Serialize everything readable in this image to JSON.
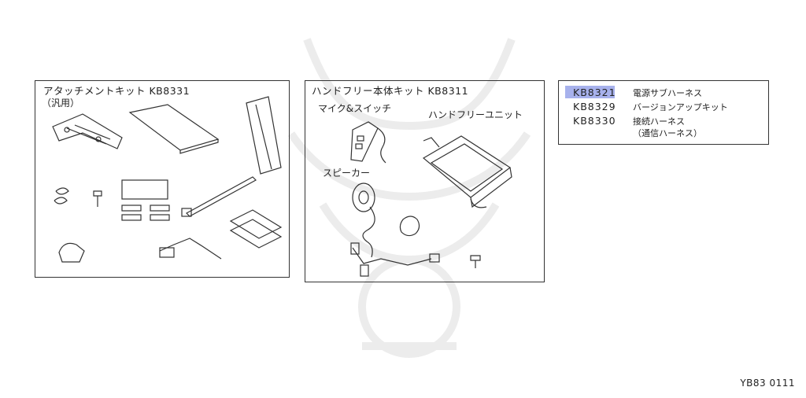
{
  "attach_kit": {
    "title": "アタッチメントキット KB8331",
    "subtitle": "（汎用）"
  },
  "handsfree_kit": {
    "title": "ハンドフリー本体キット KB8311",
    "mic_switch": "マイク&スイッチ",
    "handsfree_unit": "ハンドフリーユニット",
    "speaker": "スピーカー"
  },
  "parts_list": [
    {
      "code": "KB8321",
      "desc": "電源サブハーネス",
      "desc2": ""
    },
    {
      "code": "KB8329",
      "desc": "バージョンアップキット",
      "desc2": ""
    },
    {
      "code": "KB8330",
      "desc": "接続ハーネス",
      "desc2": "（通信ハーネス）"
    }
  ],
  "footer_code": "YB83 0111",
  "colors": {
    "highlight": "#8a97e6",
    "line": "#333333",
    "watermark": "#ececec"
  }
}
